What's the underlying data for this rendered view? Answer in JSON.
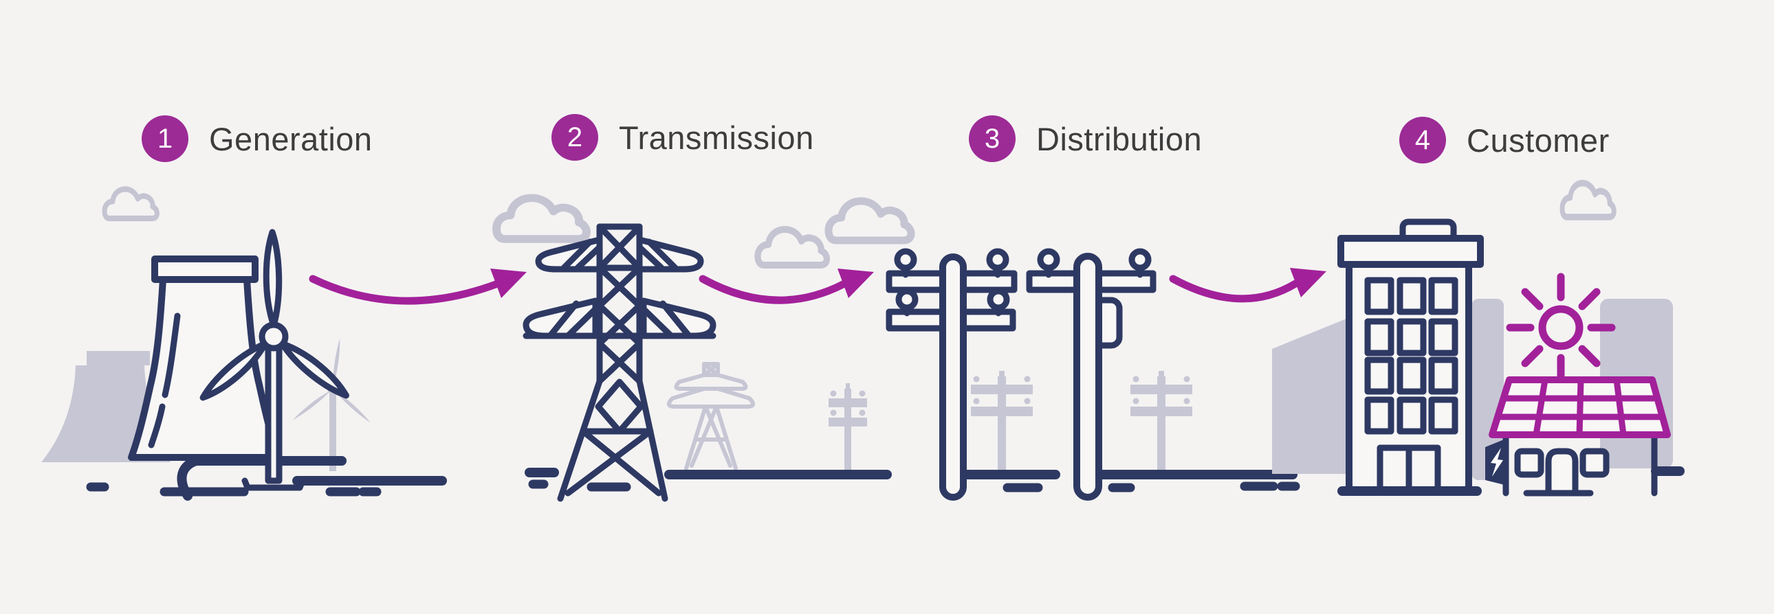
{
  "title": "Electricity supply chain process diagram",
  "background": "#f4f3f2",
  "colors": {
    "outline_navy": "#2e3963",
    "accent_magenta": "#a2219a",
    "badge_purple": "#9c2b96",
    "silhouette_gray": "#c7c6d4",
    "label_text": "#3d3d3d",
    "badge_text": "#ffffff"
  },
  "stages": [
    {
      "number": "1",
      "label": "Generation",
      "icons": [
        "cloud-icon",
        "cooling-tower-icon",
        "wind-turbine-icon"
      ]
    },
    {
      "number": "2",
      "label": "Transmission",
      "icons": [
        "cloud-icon",
        "transmission-tower-icon",
        "transmission-tower-silhouette",
        "utility-pole-silhouette"
      ]
    },
    {
      "number": "3",
      "label": "Distribution",
      "icons": [
        "utility-pole-icon",
        "transformer-icon",
        "utility-pole-silhouette"
      ]
    },
    {
      "number": "4",
      "label": "Customer",
      "icons": [
        "cloud-icon",
        "apartment-building-icon",
        "sun-icon",
        "solar-house-icon",
        "electric-meter-icon"
      ]
    }
  ],
  "connectors": {
    "count": 3,
    "style": "curved-arrow",
    "color": "#a2219a"
  }
}
